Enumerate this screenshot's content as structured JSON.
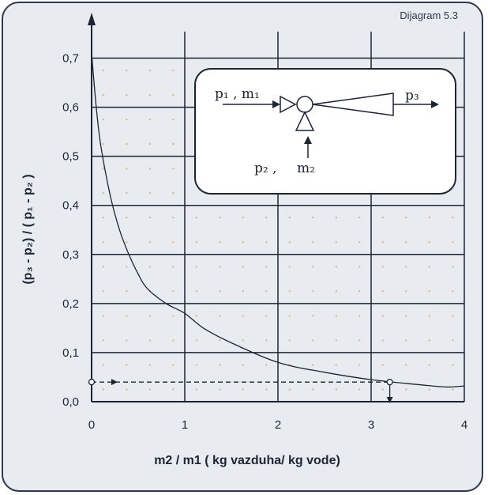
{
  "diagram_label": "Dijagram 5.3",
  "chart_data": {
    "type": "line",
    "title": "",
    "xlabel": "m2 / m1 ( kg vazduha/ kg vode)",
    "ylabel": "(p₃ - p₂) / ( p₁ - p₂ )",
    "xlim": [
      0,
      4
    ],
    "ylim": [
      0,
      0.75
    ],
    "x_ticks": [
      "0",
      "1",
      "2",
      "3",
      "4"
    ],
    "y_ticks": [
      "0,0",
      "0,1",
      "0,2",
      "0,3",
      "0,4",
      "0,5",
      "0,6",
      "0,7"
    ],
    "grid": true,
    "series": [
      {
        "name": "",
        "x": [
          0.0,
          0.05,
          0.1,
          0.2,
          0.3,
          0.4,
          0.5,
          0.6,
          0.8,
          1.0,
          1.2,
          1.5,
          2.0,
          2.5,
          3.0,
          3.5,
          3.8,
          4.0
        ],
        "y": [
          0.71,
          0.6,
          0.52,
          0.42,
          0.35,
          0.3,
          0.26,
          0.23,
          0.2,
          0.18,
          0.15,
          0.12,
          0.08,
          0.06,
          0.045,
          0.035,
          0.03,
          0.032
        ]
      }
    ],
    "reading_example": {
      "x": 3.2,
      "y": 0.04
    }
  },
  "inset": {
    "p1": "p₁ , m₁",
    "p2": "p₂ ,",
    "m2": "m₂",
    "p3": "p₃"
  }
}
